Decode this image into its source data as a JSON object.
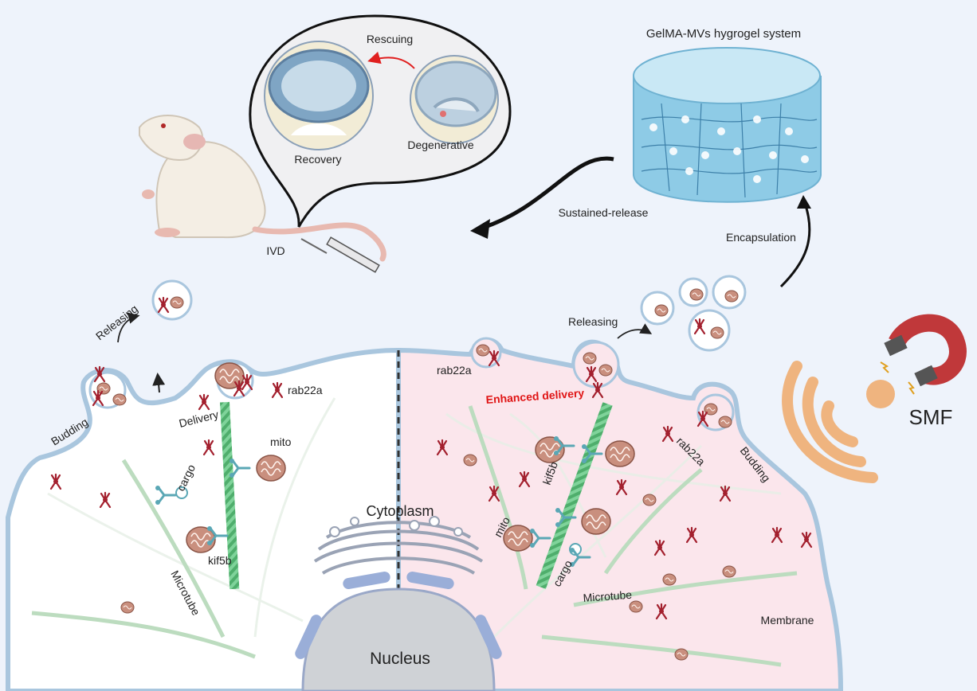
{
  "labels": {
    "rescuing": "Rescuing",
    "recovery": "Recovery",
    "degenerative": "Degenerative",
    "ivd": "IVD",
    "gelma_title": "GelMA-MVs hygrogel system",
    "sustained_release": "Sustained-release",
    "encapsulation": "Encapsulation",
    "releasing_left": "Releasing",
    "releasing_right": "Releasing",
    "budding_left": "Budding",
    "budding_right": "Budding",
    "delivery": "Delivery",
    "rab22a_left": "rab22a",
    "rab22a_right_top": "rab22a",
    "rab22a_right": "rab22a",
    "enhanced_delivery": "Enhanced delivery",
    "mito_left": "mito",
    "mito_right": "mito",
    "cargo_left": "cargo",
    "cargo_right": "cargo",
    "kif5b_left": "kif5b",
    "kif5b_right": "kif5b",
    "microtube_left": "Microtube",
    "microtube_right": "Microtube",
    "cytoplasm": "Cytoplasm",
    "nucleus": "Nucleus",
    "membrane": "Membrane",
    "smf": "SMF"
  },
  "colors": {
    "background": "#eef3fb",
    "cell_left": "#ffffff",
    "cell_right": "#fbe6ec",
    "membrane": "#a9c6de",
    "microtubule": "#5cbf7a",
    "mito": "#c98f7e",
    "rab22a": "#a3202e",
    "hydrogel": "#8ecbe6",
    "smf_wave": "#efb47f",
    "magnet": "#c0383a",
    "arrow_red": "#e02020",
    "enhanced_text": "#e01515"
  },
  "icons": [
    "rat-icon",
    "syringe-icon",
    "disc-recovery-icon",
    "disc-degenerative-icon",
    "hydrogel-cylinder-icon",
    "magnet-icon",
    "smf-wave-icon",
    "vesicle-icon",
    "mitochondria-icon",
    "golgi-icon",
    "nucleus-icon"
  ]
}
